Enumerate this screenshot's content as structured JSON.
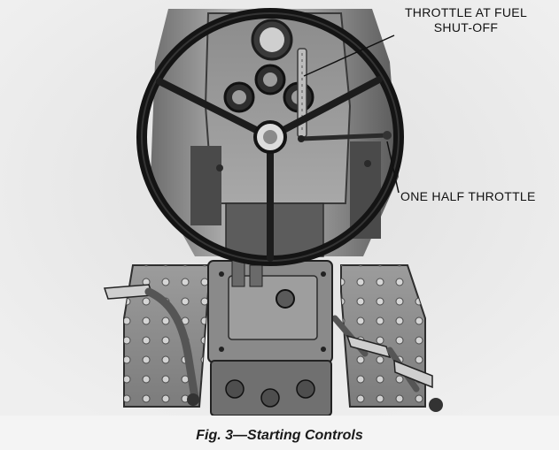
{
  "figure": {
    "caption": "Fig. 3—Starting Controls",
    "callouts": {
      "throttle_shutoff": [
        "THROTTLE AT FUEL",
        "SHUT-OFF"
      ],
      "half_throttle": "ONE HALF THROTTLE"
    }
  }
}
